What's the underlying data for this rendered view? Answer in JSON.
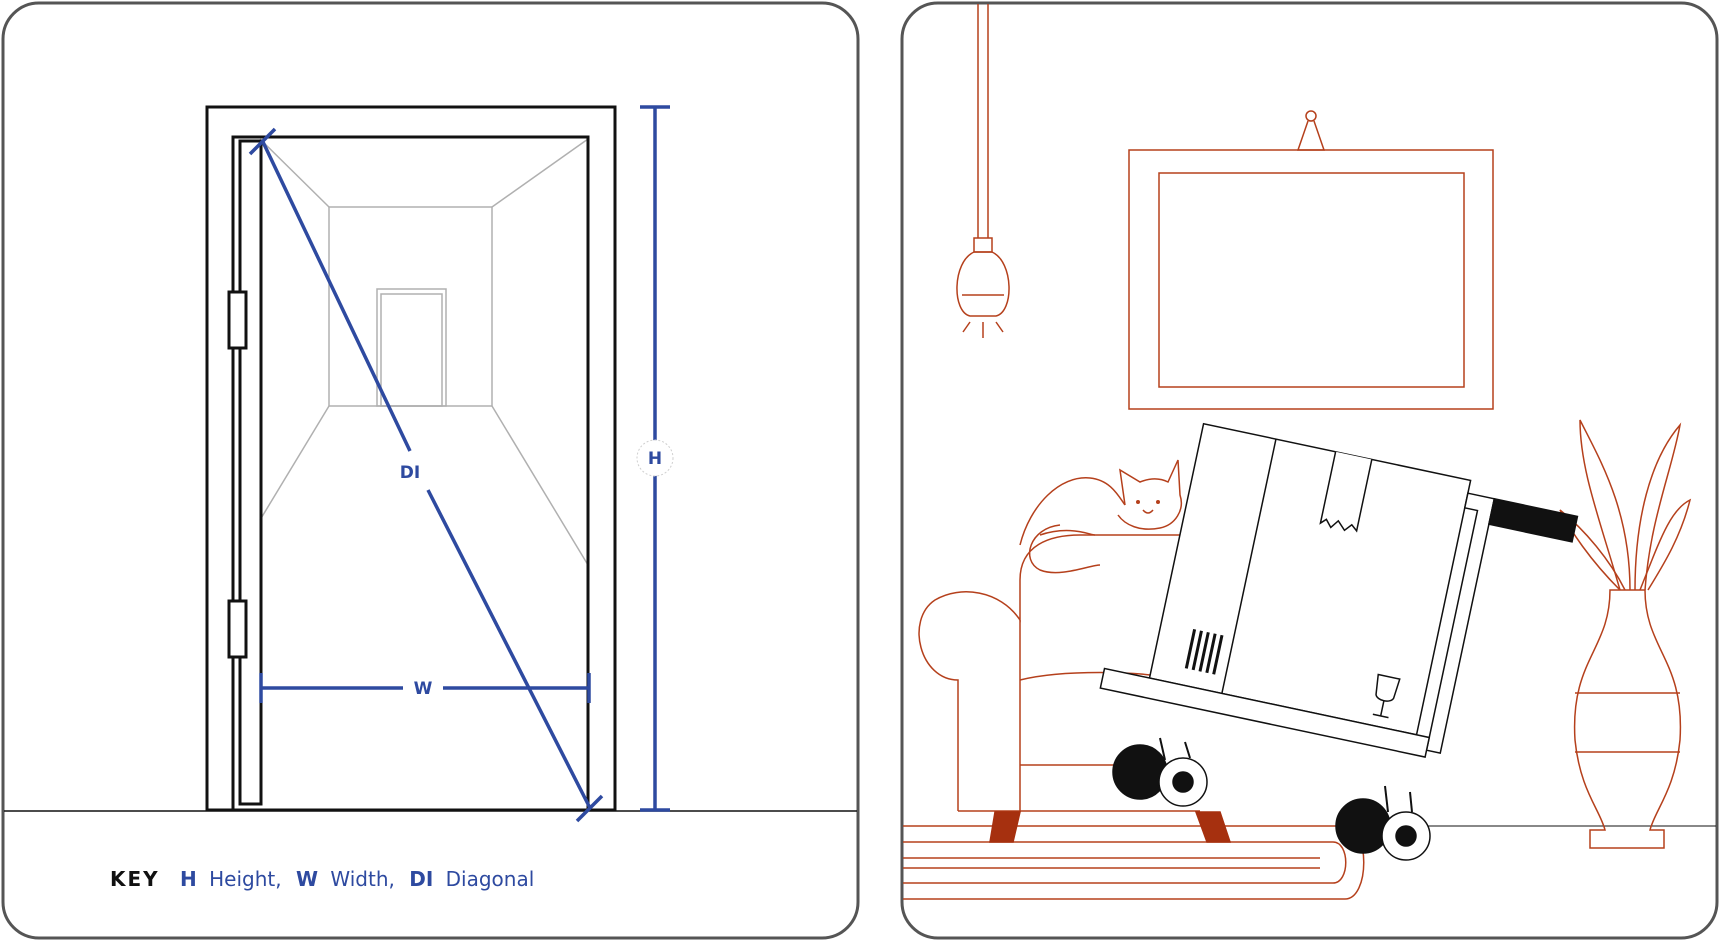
{
  "measure_panel": {
    "height_label": "H",
    "width_label": "W",
    "diagonal_label": "DI",
    "key": {
      "title": "KEY",
      "items": [
        {
          "abbr": "H",
          "text": "Height,"
        },
        {
          "abbr": "W",
          "text": "Width,"
        },
        {
          "abbr": "DI",
          "text": "Diagonal"
        }
      ]
    }
  },
  "colors": {
    "measure_blue": "#2e4aa0",
    "room_line": "#b5401c",
    "rug_accent": "#a6300f",
    "outline": "#111111",
    "panel_border": "#555555",
    "hallway_gray": "#b0b0b0"
  },
  "scene_panel": {
    "icons": [
      "ceiling-bulb-icon",
      "picture-frame-icon",
      "armchair-icon",
      "cat-icon",
      "plant-vase-icon",
      "rug-icon",
      "hand-truck-icon",
      "moving-box-icon",
      "fragile-glass-icon",
      "barcode-icon"
    ]
  }
}
